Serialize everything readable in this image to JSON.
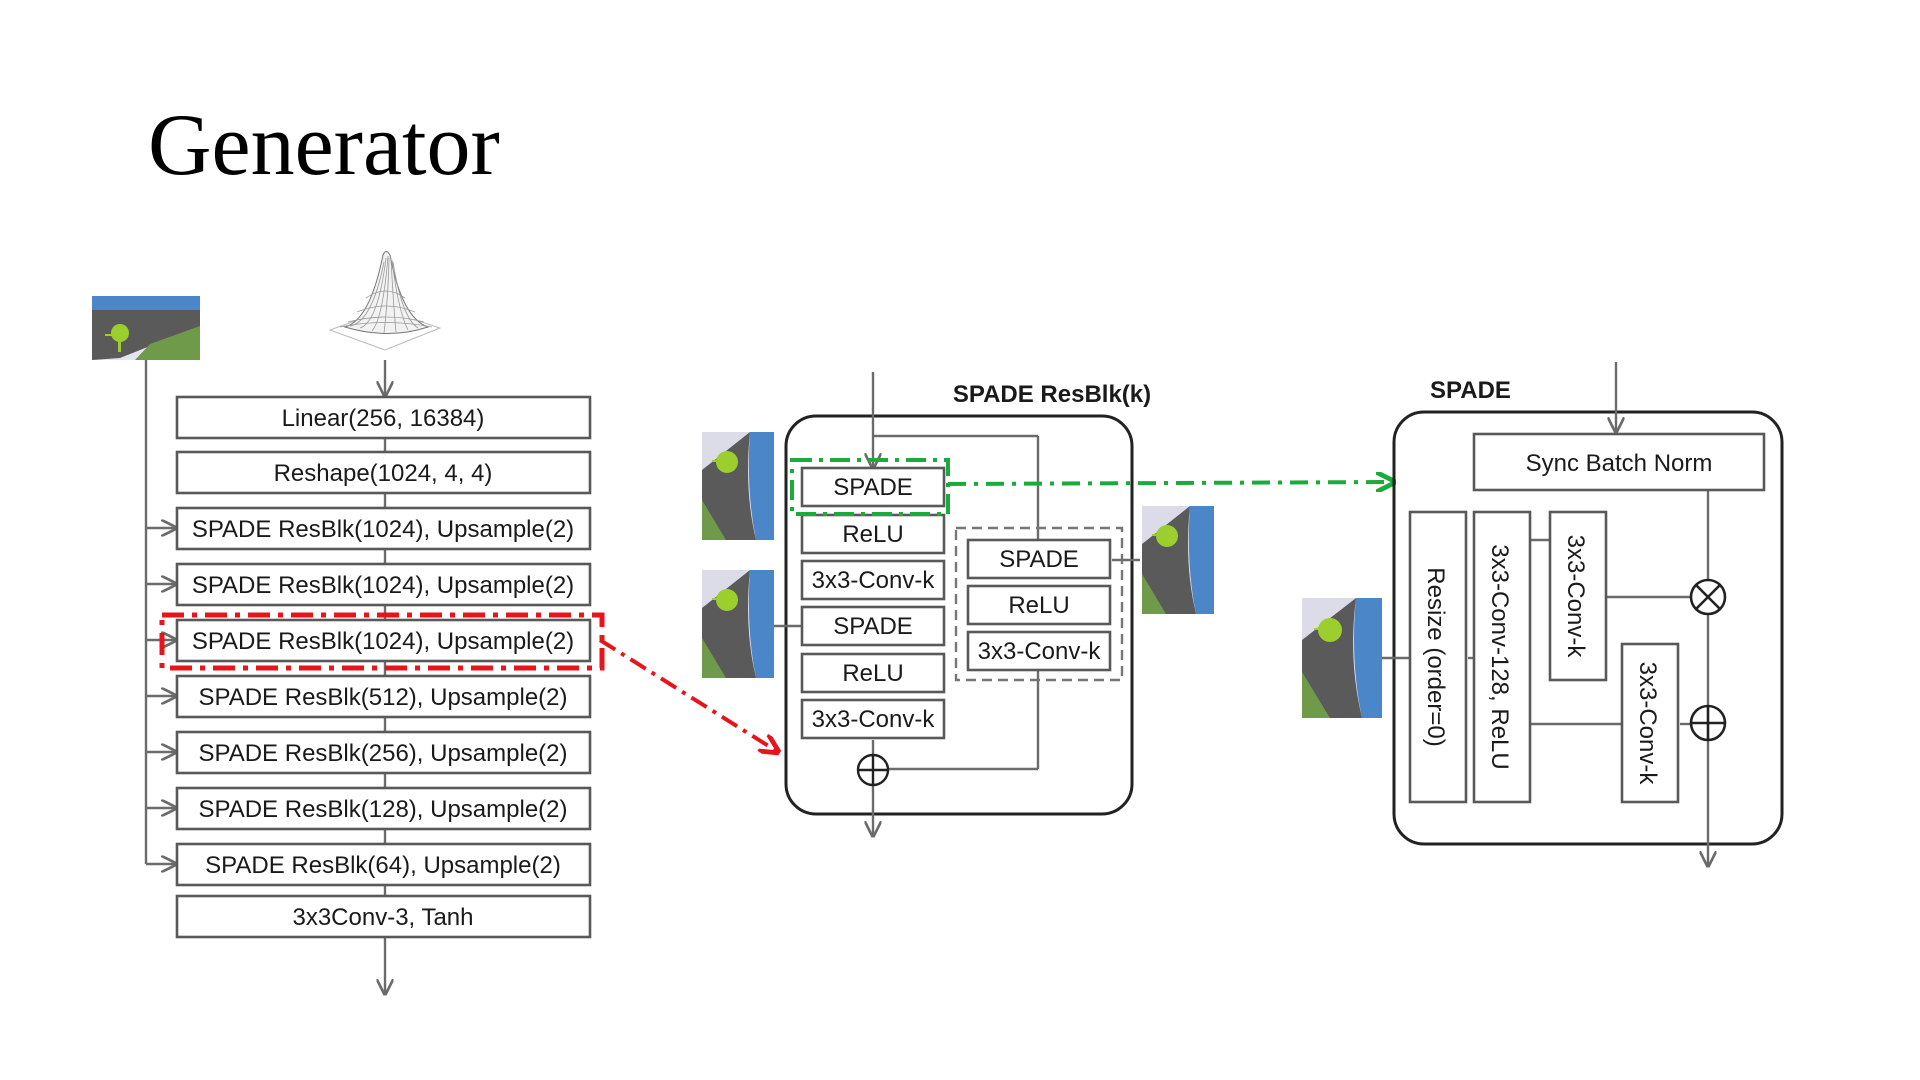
{
  "slide": {
    "title": "Generator"
  },
  "generator": {
    "layers": [
      "Linear(256, 16384)",
      "Reshape(1024, 4, 4)",
      "SPADE ResBlk(1024), Upsample(2)",
      "SPADE ResBlk(1024), Upsample(2)",
      "SPADE ResBlk(1024), Upsample(2)",
      "SPADE ResBlk(512), Upsample(2)",
      "SPADE ResBlk(256), Upsample(2)",
      "SPADE ResBlk(128), Upsample(2)",
      "SPADE ResBlk(64), Upsample(2)",
      "3x3Conv-3, Tanh"
    ],
    "highlighted_layer_index": 4
  },
  "resblk": {
    "title": "SPADE ResBlk(k)",
    "main_path": [
      "SPADE",
      "ReLU",
      "3x3-Conv-k",
      "SPADE",
      "ReLU",
      "3x3-Conv-k"
    ],
    "shortcut_path": [
      "SPADE",
      "ReLU",
      "3x3-Conv-k"
    ]
  },
  "spade": {
    "title": "SPADE",
    "norm": "Sync Batch Norm",
    "resize": "Resize (order=0)",
    "shared_conv": "3x3-Conv-128, ReLU",
    "gamma_conv": "3x3-Conv-k",
    "beta_conv": "3x3-Conv-k"
  },
  "colors": {
    "highlight_red": "#e8141b",
    "highlight_green": "#1aab3a",
    "box_stroke": "#595959",
    "segmap_sky": "#4a86c8",
    "segmap_ground": "#5a5a5a",
    "segmap_grass": "#6f9a4a",
    "segmap_tree": "#9ccf2e"
  }
}
